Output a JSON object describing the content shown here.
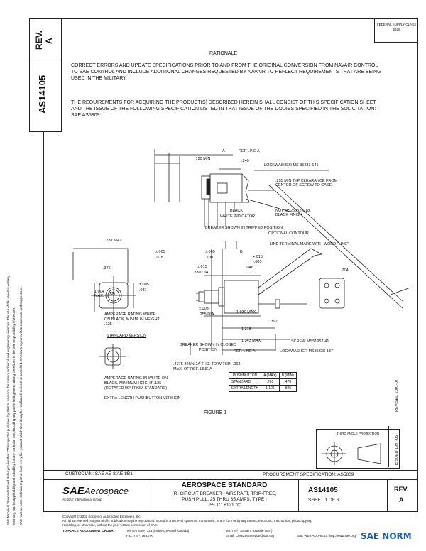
{
  "header": {
    "rev_label": "REV.",
    "rev_value": "A",
    "doc_number": "AS14105",
    "fedral_line1": "FEDERAL SUPPLY CLASS",
    "fedral_line2": "5925"
  },
  "rationale": {
    "title": "RATIONALE",
    "text": "CORRECT ERRORS AND UPDATE SPECIFICATIONS PRIOR TO AND FROM THE ORIGINAL CONVERSION FROM NAVAIR CONTROL TO SAE CONTROL AND INCLUDE ADDITIONAL CHANGES REQUESTED BY NAVAIR TO REFLECT REQUIREMENTS THAT ARE BEING USED IN THE MILITARY."
  },
  "requirements_text": "THE REQUIREMENTS FOR ACQUIRING THE PRODUCT(S) DESCRIBED HEREIN SHALL CONSIST OF THIS SPECIFICATION SHEET AND THE ISSUE OF THE FOLLOWING SPECIFICATION LISTED IN THAT ISSUE OF THE DODISS SPECIFIED IN THE SOLICITATION: SAE AS5809.",
  "left_margin_notes": {
    "line1": "SAE Technical Standards Board Rules provide that: \"This report is published by SAE to advance the state of technical and engineering sciences. The use of this report is entirely",
    "line2": "voluntary, and its applicability and suitability for any particular use, including any patent infringement arising therefrom, is the sole responsibility of the user.\"",
    "line3": "SAE reviews each technical report at least every five years at which time it may be reaffirmed, revised, or cancelled. SAE invites your written comments and suggestions."
  },
  "drawing": {
    "labels": {
      "ref_line_a_top": "REF LINE A",
      "a_letter": "A",
      "dim_120": ".120 MIN",
      "dim_240": ".240",
      "lockwasher_top": "LOCKWASHER MS 35333-141",
      "clearance": ".255 MIN TYP CLEARANCE FROM CENTER OF SCREW TO CASE",
      "nut": "NUT MS25082-C18",
      "black_finish": "BLACK FINISH",
      "black": "BLACK",
      "white_indicator": "WHITE INDICATOR",
      "breaker_tripped": "BREAKER SHOWN IN TRIPPED POSITION",
      "optional_contour": "OPTIONAL CONTOUR",
      "line_terminal": "LINE TERMINAL MARK WITH WORD \"LINE\"",
      "dim_781": ".781 MAX",
      "dim_005a": "±.005",
      "dim_078": ".078",
      "dim_005b": "±.005",
      "dim_100": ".100",
      "b_letter": "B",
      "dim_010": "+.010",
      "dim_005c": "-.005",
      "dim_046": ".046",
      "dim_015": "±.015",
      "dim_330": ".330 DIA.",
      "dim_376": ".376",
      "dim_704": ".704",
      "dim_1004": "1.004 MAX.",
      "dim_005d": "±.005",
      "dim_031": ".031",
      "dim_1030": "1.030 MAX.",
      "dim_003": "±.003",
      "dim_255": ".255 DIA.",
      "dim_392": ".392",
      "dim_1218": "1.218",
      "dim_1343": "1.343 MAX.",
      "screw": "SCREW MS51957-41",
      "amperage_rating": "AMPERAGE RATING WHITE ON BLACK, MINIMUM HEIGHT .125",
      "standard_version": "STANDARD VERSION",
      "breaker_closed": "BREAKER SHOWN IN CLOSED POSITION",
      "ref_line_a_bottom": "REF. LINE A",
      "lockwasher_bottom": "LOCKWASHER MS35338-137",
      "thread": ".4375-32UN-2A THD. TO WITHIN .062 MAX. OF REF. LINE A",
      "amp_extra": "AMPERAGE RATING IN WHITE ON BLACK, MINIMUM HEIGHT .125 (ROTATED 90° FROM STANDARD)",
      "extra_length": "EXTRA LENGTH PUSHBUTTON VERSION",
      "figure": "FIGURE 1",
      "face_value": "35"
    },
    "table": {
      "headers": [
        "PUSHBUTTON",
        "A (MAX)",
        "B (MIN)"
      ],
      "rows": [
        [
          "STANDARD",
          ".760",
          ".478"
        ],
        [
          "EXTRA LENGTH",
          "1.126",
          ".845"
        ]
      ]
    }
  },
  "projection": {
    "label": "THIRD ANGLE PROJECTION"
  },
  "right_margin": {
    "issued": "ISSUED 1997-06",
    "revised": "REVISED 2001-07"
  },
  "footer": {
    "custodian": "CUSTODIAN: SAE AE-8/AE-8B1",
    "procurement": "PROCUREMENT SPECIFICATION: AS5809",
    "logo_sae": "SAE",
    "logo_aero": "Aerospace",
    "logo_tag": "An SAE International Group",
    "standard_title": "AEROSPACE STANDARD",
    "desc_line1": "(R) CIRCUIT BREAKER - AIRCRAFT, TRIP-FREE,",
    "desc_line2": "PUSH PULL, 25 THRU 35 AMPS, TYPE I",
    "desc_line3": "-55 TO +121 °C",
    "doc_number": "AS14105",
    "sheet": "SHEET 1 OF 6",
    "rev_label": "REV.",
    "rev_value": "A",
    "copyright1": "Copyright © 2002 Society of Automotive Engineers, Inc.",
    "copyright2": "All rights reserved. No part of this publication may be reproduced, stored in a retrieval system or transmitted, in any form or by any means, electronic, mechanical, photocopying,",
    "copyright3": "recording, or otherwise, without the prior written permission of SAE.",
    "order_label": "TO PLACE A DOCUMENT ORDER:",
    "tel1": "Tel: 877-606-7323 (inside USA and Canada)",
    "tel2": "Tel: 724-776-4970 (outside USA)",
    "fax": "Fax: 724-776-0790",
    "email": "Email: CustomerService@sae.org",
    "web": "SAE WEB ADDRESS: http://www.sae.org",
    "watermark": "SAE NORM"
  }
}
